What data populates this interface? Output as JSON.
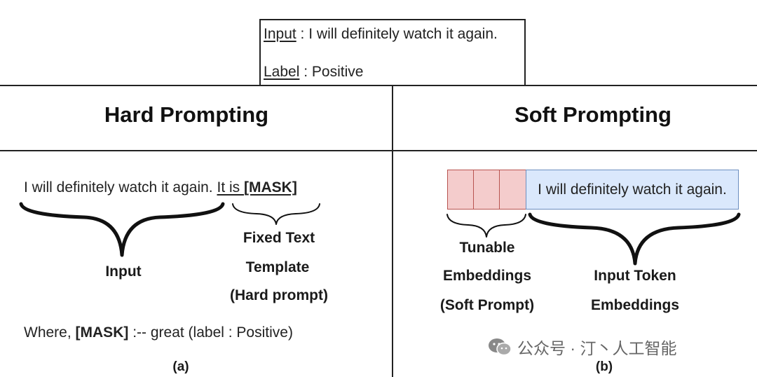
{
  "example": {
    "input_label": "Input",
    "input_sep": " :  ",
    "input_text": "I will definitely watch it again.",
    "label_label": "Label",
    "label_sep": " :  ",
    "label_value": "Positive"
  },
  "hard": {
    "title": "Hard Prompting",
    "sentence": "I will definitely watch it again.",
    "template_prefix": "It is ",
    "mask": "[MASK]",
    "brace_input_label": "Input",
    "template_label_1": "Fixed Text",
    "template_label_2": "Template",
    "template_label_3": "(Hard prompt)",
    "where_prefix": "Where,  ",
    "where_mask": "[MASK]",
    "where_rest": " :-- great (label : Positive)",
    "caption": "(a)"
  },
  "soft": {
    "title": "Soft Prompting",
    "token_text": "I will definitely watch it again.",
    "tunable_label_1": "Tunable",
    "tunable_label_2": "Embeddings",
    "tunable_label_3": "(Soft Prompt)",
    "input_label_1": "Input Token",
    "input_label_2": "Embeddings",
    "caption": "(b)"
  },
  "watermark": {
    "text": "公众号 · 汀丶人工智能",
    "icon": "wechat-icon"
  },
  "colors": {
    "soft_prompt_fill": "#f4cccc",
    "soft_prompt_border": "#b85450",
    "token_fill": "#dae8fc",
    "token_border": "#6c8ebf"
  }
}
